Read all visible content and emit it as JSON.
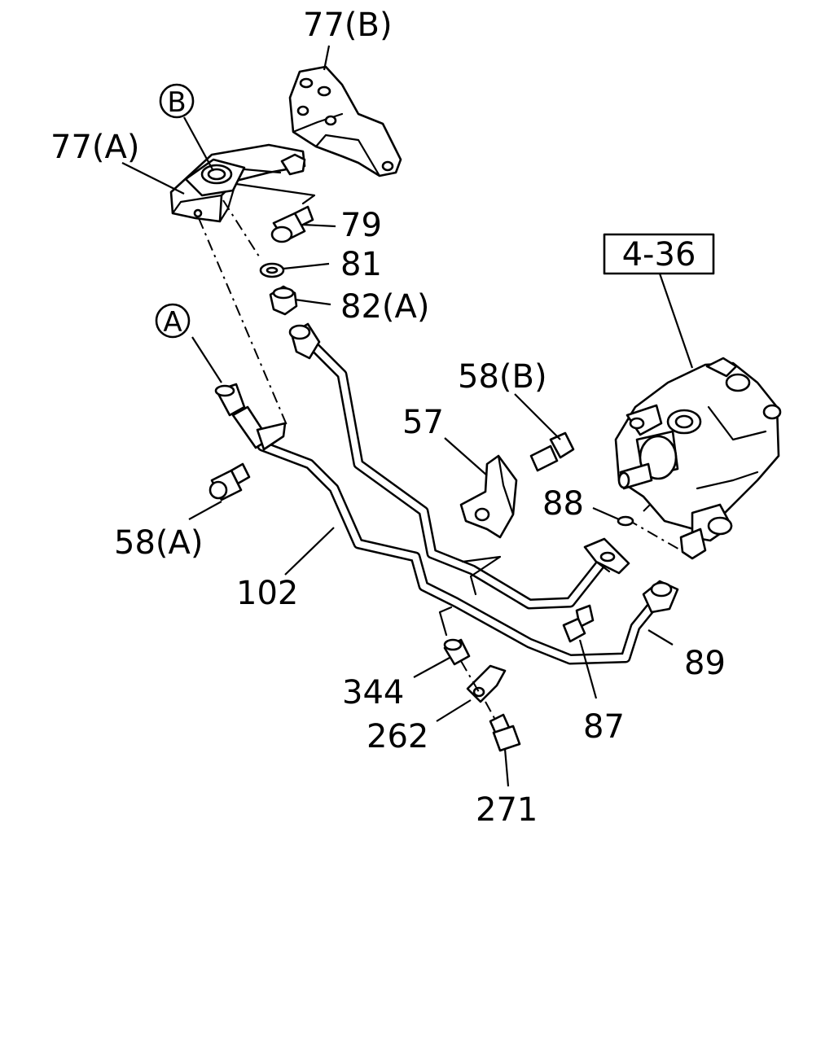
{
  "labels": {
    "l77b": "77(B)",
    "l77a": "77(A)",
    "l79": "79",
    "l81": "81",
    "l82a": "82(A)",
    "l436": "4-36",
    "l58b": "58(B)",
    "l57": "57",
    "l88": "88",
    "l58a": "58(A)",
    "l102": "102",
    "l89": "89",
    "l344": "344",
    "l87": "87",
    "l262": "262",
    "l271": "271",
    "refA": "A",
    "refB": "B"
  }
}
